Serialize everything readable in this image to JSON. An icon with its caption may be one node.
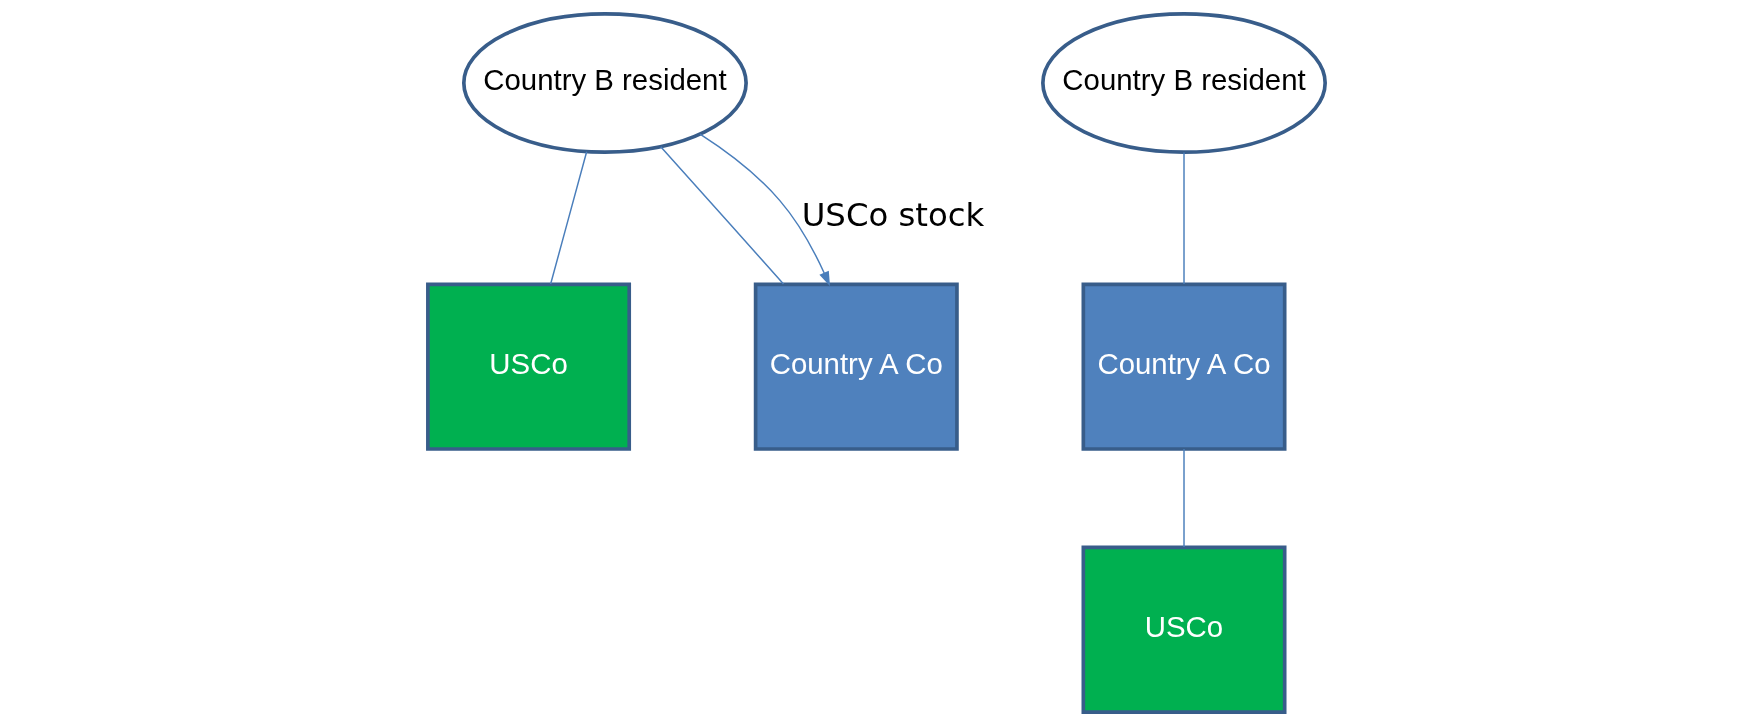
{
  "diagram": {
    "nodes": [
      {
        "text": [
          "Country B resident"
        ]
      },
      {
        "text": [
          "USCo"
        ]
      },
      {
        "text": [
          "Country A Co"
        ]
      },
      {
        "text": [
          "Country B resident"
        ]
      },
      {
        "text": [
          "Country A Co"
        ]
      },
      {
        "text": [
          "USCo"
        ]
      }
    ],
    "edges": [
      {
        "from": 0,
        "to": 1,
        "arrow": "none"
      },
      {
        "from": 0,
        "to": 2,
        "arrow": "none"
      },
      {
        "from": 0,
        "to": 2,
        "arrow": "to",
        "label": "USCo stock"
      },
      {
        "from": 3,
        "to": 4,
        "arrow": "none"
      },
      {
        "from": 4,
        "to": 5,
        "arrow": "none"
      }
    ]
  }
}
